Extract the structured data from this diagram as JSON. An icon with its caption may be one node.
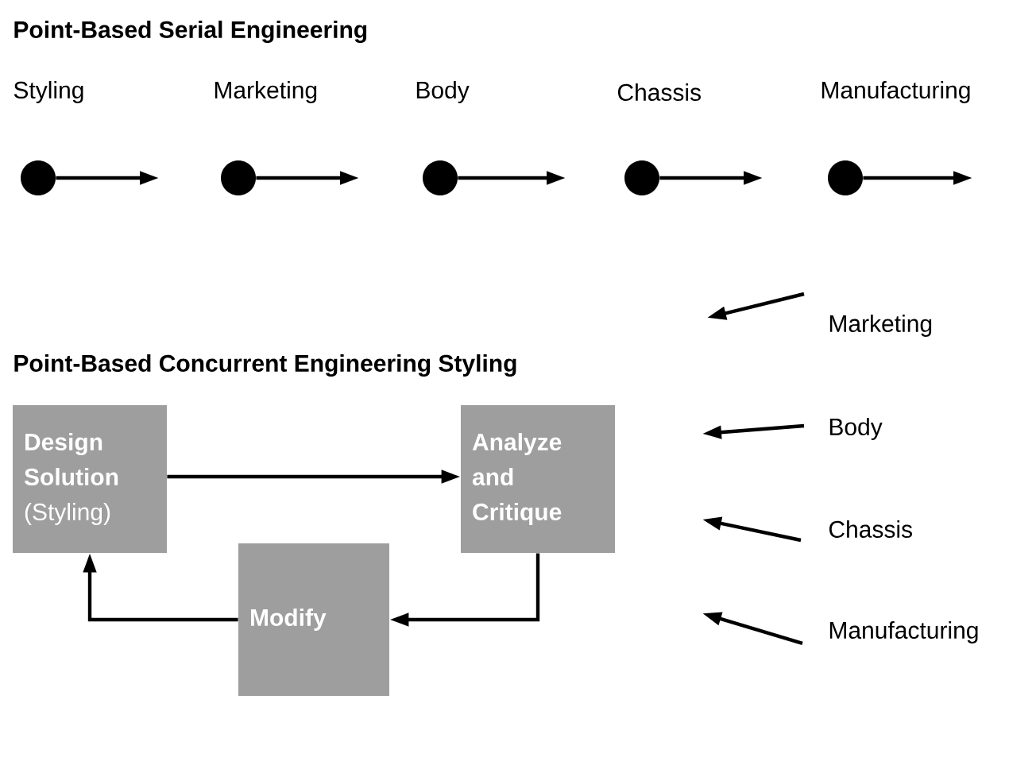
{
  "diagram": {
    "title": "Point-Based Serial Engineering",
    "nodes": [
      {
        "text": [],
        "shape": "circle",
        "beside": [
          "Styling"
        ]
      },
      {
        "text": [],
        "shape": "circle",
        "beside": [
          "Marketing"
        ]
      },
      {
        "text": [],
        "shape": "circle",
        "beside": [
          "Body"
        ]
      },
      {
        "text": [],
        "shape": "circle",
        "beside": [
          "Chassis"
        ]
      },
      {
        "text": [],
        "shape": "circle",
        "beside": [
          "Manufacturing"
        ]
      },
      {
        "text": [
          "Design Solution",
          "(Styling)"
        ]
      },
      {
        "text": [
          "Analyze and Critique"
        ]
      },
      {
        "text": [
          "Modify"
        ]
      },
      {
        "text": [
          "Marketing"
        ]
      },
      {
        "text": [
          "Body"
        ]
      },
      {
        "text": [
          "Chassis"
        ]
      },
      {
        "text": [
          "Manufacturing"
        ]
      }
    ],
    "edges": [
      {
        "from": 0,
        "to": null,
        "arrow": "to"
      },
      {
        "from": 1,
        "to": null,
        "arrow": "to"
      },
      {
        "from": 2,
        "to": null,
        "arrow": "to"
      },
      {
        "from": 3,
        "to": null,
        "arrow": "to"
      },
      {
        "from": 4,
        "to": null,
        "arrow": "to"
      },
      {
        "from": 5,
        "to": 6,
        "arrow": "to"
      },
      {
        "from": 6,
        "to": 7,
        "arrow": "to"
      },
      {
        "from": 7,
        "to": 5,
        "arrow": "to"
      },
      {
        "from": 8,
        "to": null,
        "arrow": "to"
      },
      {
        "from": 9,
        "to": null,
        "arrow": "to"
      },
      {
        "from": 10,
        "to": null,
        "arrow": "to"
      },
      {
        "from": 11,
        "to": null,
        "arrow": "to"
      }
    ],
    "labels": [
      "Point-Based Concurrent Engineering Styling"
    ]
  }
}
